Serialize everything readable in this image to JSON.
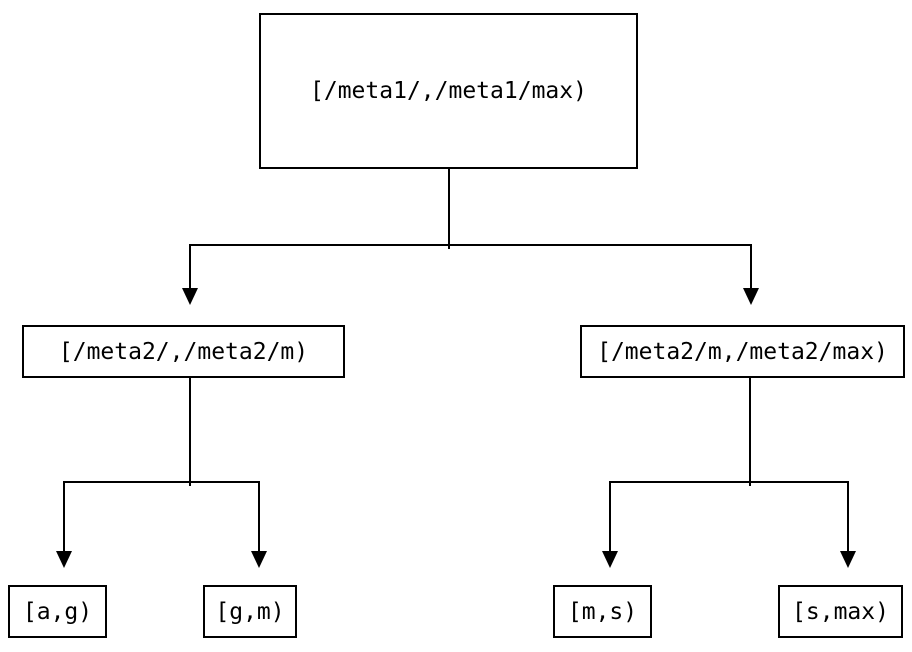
{
  "colors": {
    "background": "#ffffff",
    "line": "#000000",
    "text": "#000000"
  },
  "tree": {
    "label": "[/meta1/,/meta1/max)",
    "children": [
      {
        "label": "[/meta2/,/meta2/m)",
        "children": [
          {
            "label": "[a,g)"
          },
          {
            "label": "[g,m)"
          }
        ]
      },
      {
        "label": "[/meta2/m,/meta2/max)",
        "children": [
          {
            "label": "[m,s)"
          },
          {
            "label": "[s,max)"
          }
        ]
      }
    ]
  }
}
